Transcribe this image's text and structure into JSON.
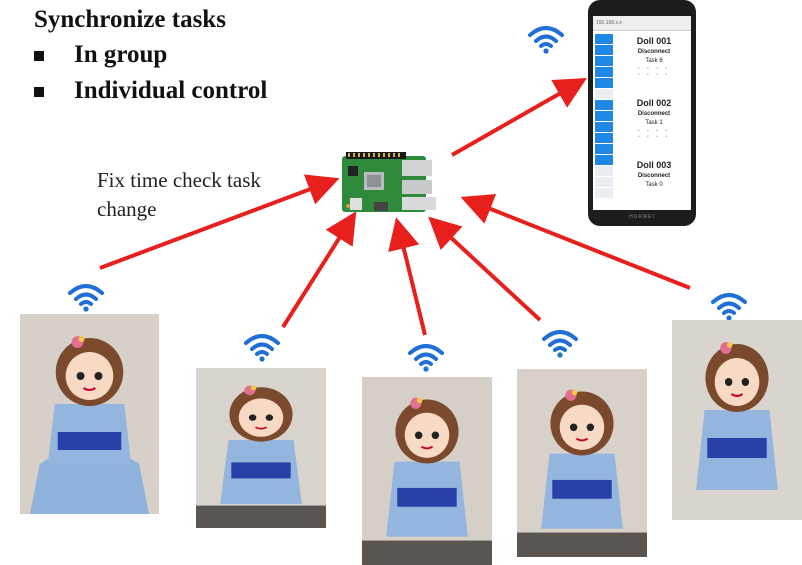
{
  "heading": {
    "title": "Synchronize tasks",
    "bullets": [
      "In group",
      "Individual control"
    ]
  },
  "note": {
    "line1": "Fix time check task",
    "line2": "change"
  },
  "phone": {
    "url_bar": "192.168.x.x",
    "brand": "HUAWEI",
    "dolls": [
      {
        "name": "Doll 001",
        "status": "Disconnect",
        "task": "Task 6"
      },
      {
        "name": "Doll 002",
        "status": "Disconnect",
        "task": "Task 1"
      },
      {
        "name": "Doll 003",
        "status": "Disconnect",
        "task": "Task 0"
      }
    ]
  },
  "colors": {
    "arrow": "#e8201d",
    "wifi": "#1f6fd6",
    "kimono": "#8fb2dc",
    "obi": "#2841a8",
    "hair": "#7b4a2c",
    "sidebar_active": "#1e88e5"
  },
  "icons": [
    "wifi-icon",
    "raspberry-pi-board",
    "smartphone",
    "doll-photo"
  ]
}
